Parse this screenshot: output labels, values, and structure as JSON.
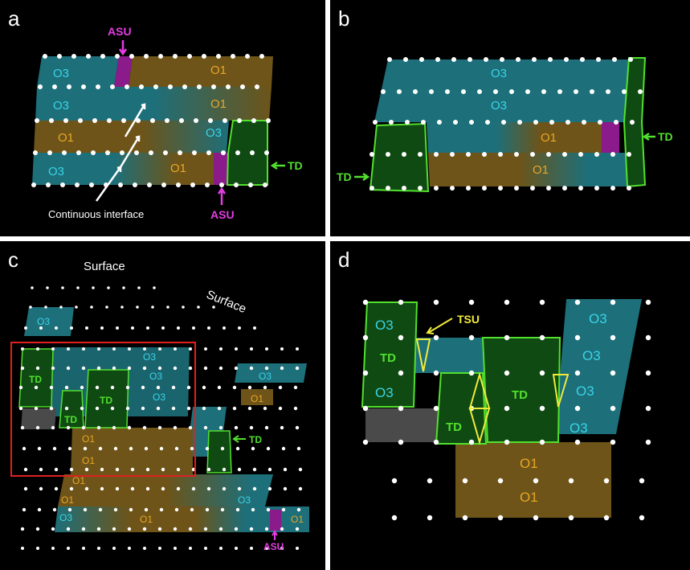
{
  "colors": {
    "o3": "#1d6f7a",
    "o1": "#6e5418",
    "td_fill": "#0f4a12",
    "td_stroke": "#52e02e",
    "asu": "#8b1a8b",
    "label_o3": "#3ad4e6",
    "label_o1": "#e8a626",
    "label_td": "#52e02e",
    "label_asu": "#e23ce2",
    "label_tsu": "#f2ea3a",
    "text": "#ffffff",
    "highlight": "#e02020"
  },
  "panels": {
    "a": {
      "letter": "a",
      "labels": {
        "asu_top": "ASU",
        "asu_bottom": "ASU",
        "td": "TD",
        "continuous": "Continuous  interface",
        "o3_1": "O3",
        "o3_2": "O3",
        "o3_3": "O3",
        "o3_4": "O3",
        "o1_1": "O1",
        "o1_2": "O1",
        "o1_3": "O1",
        "o1_4": "O1"
      }
    },
    "b": {
      "letter": "b",
      "labels": {
        "o3_1": "O3",
        "o3_2": "O3",
        "o1_1": "O1",
        "o1_2": "O1",
        "td_left": "TD",
        "td_right": "TD"
      }
    },
    "c": {
      "letter": "c",
      "labels": {
        "surface_1": "Surface",
        "surface_2": "Surface",
        "o3_1": "O3",
        "o3_2": "O3",
        "o3_3": "O3",
        "o3_4": "O3",
        "o3_5": "O3",
        "o3_6": "O3",
        "o3_7": "O3",
        "o1_1": "O1",
        "o1_2": "O1",
        "o1_3": "O1",
        "o1_4": "O1",
        "o1_5": "O1",
        "o1_6": "O1",
        "o1_7": "O1",
        "td_1": "TD",
        "td_2": "TD",
        "td_3": "TD",
        "td_4": "TD",
        "asu": "ASU"
      }
    },
    "d": {
      "letter": "d",
      "labels": {
        "tsu": "TSU",
        "o3_1": "O3",
        "o3_2": "O3",
        "o3_3": "O3",
        "o3_4": "O3",
        "o3_5": "O3",
        "o3_6": "O3",
        "o1_1": "O1",
        "o1_2": "O1",
        "td_1": "TD",
        "td_2": "TD",
        "td_3": "TD"
      }
    }
  }
}
